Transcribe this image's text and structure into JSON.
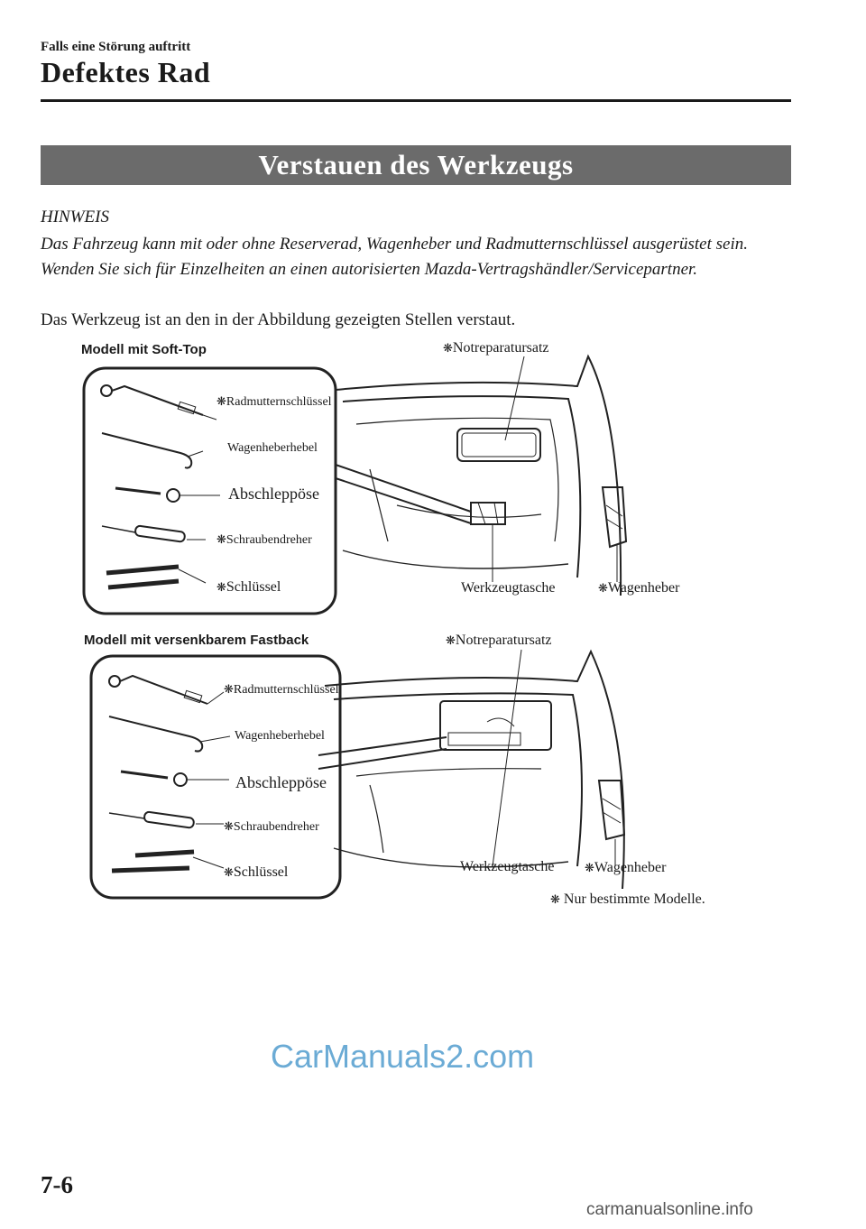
{
  "header": {
    "chapter": "Falls eine Störung auftritt",
    "title": "Defektes Rad"
  },
  "section": {
    "banner": "Verstauen des Werkzeugs"
  },
  "note": {
    "label": "HINWEIS",
    "body": "Das Fahrzeug kann mit oder ohne Reserverad, Wagenheber und Radmutternschlüssel ausgerüstet sein. Wenden Sie sich für Einzelheiten an einen autorisierten Mazda-Vertragshändler/Servicepartner."
  },
  "intro": "Das Werkzeug ist an den in der Abbildung gezeigten Stellen verstaut.",
  "figure1": {
    "model": "Modell mit Soft-Top",
    "labels": {
      "notreparatursatz": "Notreparatursatz",
      "radmutternschluessel": "Radmutternschlüssel",
      "wagenheberhebel": "Wagenheberhebel",
      "abschleppoese": "Abschleppöse",
      "schraubendreher": "Schraubendreher",
      "schluessel": "Schlüssel",
      "werkzeugtasche": "Werkzeugtasche",
      "wagenheber": "Wagenheber"
    }
  },
  "figure2": {
    "model": "Modell mit versenkbarem Fastback",
    "labels": {
      "notreparatursatz": "Notreparatursatz",
      "radmutternschluessel": "Radmutternschlüssel",
      "wagenheberhebel": "Wagenheberhebel",
      "abschleppoese": "Abschleppöse",
      "schraubendreher": "Schraubendreher",
      "schluessel": "Schlüssel",
      "werkzeugtasche": "Werkzeugtasche",
      "wagenheber": "Wagenheber"
    }
  },
  "footnote": "Nur bestimmte Modelle.",
  "star_symbol": "❋",
  "page_number": "7-6",
  "watermark": "CarManuals2.com",
  "watermark_bottom": "carmanualsonline.info"
}
